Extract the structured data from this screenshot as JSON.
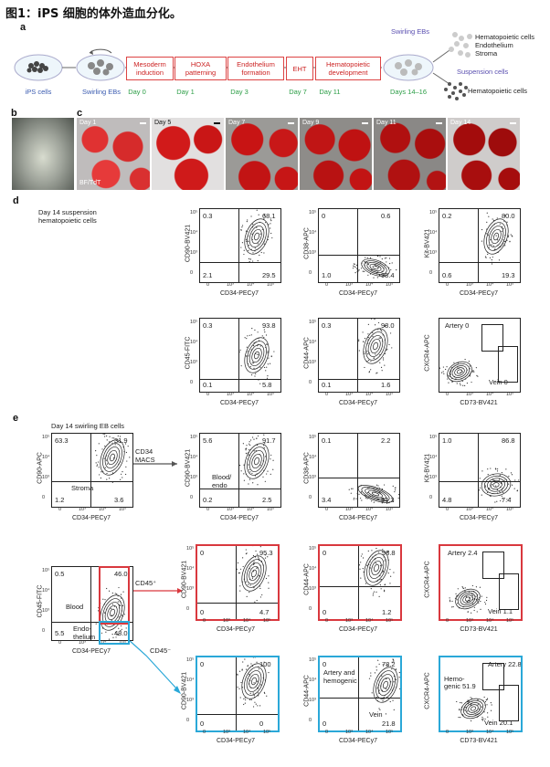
{
  "caption": "图1：iPS 细胞的体外造血分化。",
  "panels": {
    "a": "a",
    "b": "b",
    "c": "c",
    "d": "d",
    "e": "e"
  },
  "workflow": {
    "ips_cells": "iPS cells",
    "swirling_ebs": "Swirling EBs",
    "steps": [
      "Mesoderm induction",
      "HOXA patterning",
      "Endothelium formation",
      "EHT",
      "Hematopoietic development"
    ],
    "days": [
      "Day 0",
      "Day 1",
      "Day 3",
      "Day 7",
      "Day 11",
      "Days 14–16"
    ],
    "swirling_ebs_right": "Swirling EBs",
    "eb_contents": "Hematopoietic cells\nEndothelium\nStroma",
    "suspension_cells": "Suspension cells",
    "suspension_contents": "Hematopoietic cells"
  },
  "micro": {
    "labels": [
      "Day 1",
      "Day 5",
      "Day 7",
      "Day 9",
      "Day 11",
      "Day 14"
    ],
    "first_label": "BF/TdT"
  },
  "d": {
    "title": "Day 14 suspension hematopoietic cells",
    "plots": [
      {
        "y": "CD90-BV421",
        "x": "CD34-PECy7",
        "q": [
          "0.3",
          "68.1",
          "2.1",
          "29.5"
        ]
      },
      {
        "y": "CD38-APC",
        "x": "CD34-PECy7",
        "q": [
          "0",
          "0.6",
          "1.0",
          "98.4"
        ]
      },
      {
        "y": "Kit-BV421",
        "x": "CD34-PECy7",
        "q": [
          "0.2",
          "80.0",
          "0.6",
          "19.3"
        ]
      },
      {
        "y": "CD45-FITC",
        "x": "CD34-PECy7",
        "q": [
          "0.3",
          "93.8",
          "0.1",
          "5.8"
        ]
      },
      {
        "y": "CD44-APC",
        "x": "CD34-PECy7",
        "q": [
          "0.3",
          "98.0",
          "0.1",
          "1.6"
        ]
      },
      {
        "y": "CXCR4-APC",
        "x": "CD73-BV421",
        "gates": [
          "Artery 0",
          "Vein 0"
        ]
      }
    ]
  },
  "e": {
    "title": "Day 14 swirling EB cells",
    "macs": "CD34 MACS",
    "cd45pos": "CD45⁺",
    "cd45neg": "CD45⁻",
    "main": {
      "y": "CD90-APC",
      "x": "CD34-PECy7",
      "q": [
        "63.3",
        "31.9",
        "1.2",
        "3.6"
      ],
      "pop": "Stroma"
    },
    "row1": [
      {
        "y": "CD90-BV421",
        "x": "CD34-PECy7",
        "q": [
          "5.6",
          "91.7",
          "0.2",
          "2.5"
        ],
        "pop": "Blood/ endo"
      },
      {
        "y": "CD38-APC",
        "x": "CD34-PECy7",
        "q": [
          "0.1",
          "2.2",
          "3.4",
          "94.3"
        ]
      },
      {
        "y": "Kit-BV421",
        "x": "CD34-PECy7",
        "q": [
          "1.0",
          "86.8",
          "4.8",
          "7.4"
        ]
      }
    ],
    "main2": {
      "y": "CD45-FITC",
      "x": "CD34-PECy7",
      "q": [
        "0.5",
        "46.0",
        "5.5",
        "48.0"
      ],
      "blood": "Blood",
      "endo": "Endo-thelium"
    },
    "row2": [
      {
        "y": "CD90-BV421",
        "x": "CD34-PECy7",
        "q": [
          "0",
          "95.3",
          "0",
          "4.7"
        ]
      },
      {
        "y": "CD44-APC",
        "x": "CD34-PECy7",
        "q": [
          "0",
          "98.8",
          "0",
          "1.2"
        ]
      },
      {
        "y": "CXCR4-APC",
        "x": "CD73-BV421",
        "gates": [
          "Artery 2.4",
          "Vein 1.1"
        ]
      }
    ],
    "row3": [
      {
        "y": "CD90-BV421",
        "x": "CD34-PECy7",
        "q": [
          "0",
          "100",
          "0",
          "0"
        ]
      },
      {
        "y": "CD44-APC",
        "x": "CD34-PECy7",
        "q": [
          "0",
          "78.2",
          "0",
          "21.8"
        ],
        "pops": [
          "Artery and hemogenic",
          "Vein"
        ]
      },
      {
        "y": "CXCR4-APC",
        "x": "CD73-BV421",
        "gates": [
          "Hemo-genic 51.9",
          "Artery 22.8",
          "Vein 20.1"
        ]
      }
    ]
  },
  "colors": {
    "red": "#d9383e",
    "blue": "#2aa8d8",
    "green": "#2a9d45",
    "purple": "#5a4fb0"
  }
}
